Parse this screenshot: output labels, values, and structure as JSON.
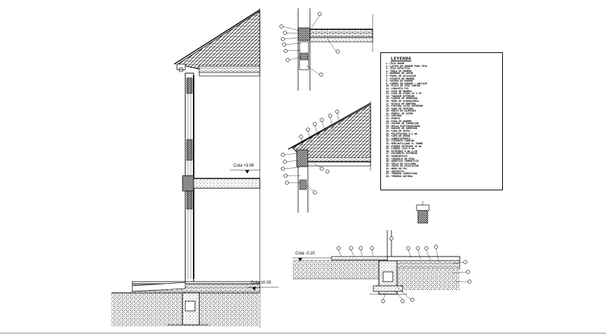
{
  "legend": {
    "title": "LEYENDA",
    "items": [
      "1.-TEJA ARABE",
      "2.-LISTON DE AMARRE PARA TEJA",
      "3.-TEJA ASFALTICA",
      "4.-TABLA DE MADERA",
      "5.-BARRERA DE VAPOR",
      "6.-PANEL DE AISLACION",
      "7.-VIGUETA DE MADERA",
      "8.-SOLERA DE AMARRE",
      "9.-CORREA DE AMARRE / ANCLAJE",
      "10.-PLACA DE YESO CARTON",
      "11.-CANALETA PVC",
      "12.-VIGA DE MADERA",
      "13.-VIGA DE ATADO 25 X 45",
      "14.-TABIQUE INTERIOR",
      "15.-CADENA DE HORMIGON",
      "16.-MURO DE ALBANILERIA",
      "17.-ESTUCO DE MORTERO",
      "18.-PINTURA LATEX INTERIOR",
      "19.-VANO DE VENTANA",
      "20.-MARCO DE ALUMINIO",
      "21.-PERFIL DE ACERO",
      "22.-VENTANA",
      "23.-PUERTA",
      "24.-VIGA DE AMARRE",
      "25.-SOLERA DE FUNDACION",
      "26.-MALLA ELECTROSOLDADA",
      "27.-RADIER DE HORMIGON",
      "28.-CAMA DE RIPIO",
      "29.-POLIETILENO 0,2 mm",
      "30.-CAPA DE ARENA",
      "31.-SOBRECIMIENTO",
      "32.-CIMIENTO CORRIDO",
      "33.-EMPLANTILLADO H. POBRE",
      "34.-FIERRO ESTRIADO 10 mm",
      "35.-FIERRO LISO 6 mm",
      "36.-ESTRIBOS 6 mm C/20",
      "37.-PAVIMENTO EXTERIOR",
      "38.-GUARDAPOLVO",
      "39.-CERAMICO DE PISO",
      "40.-ADHESIVO CEMENTICIO",
      "41.-SELLO DE SILICONA",
      "42.-JUNTA DE DILATACION",
      "43.-DREN DE PVC",
      "44.-GEOTEXTIL",
      "45.-TERRENO COMPACTADO",
      "46.-TERRENO NATURAL"
    ]
  },
  "level_labels": {
    "upper": "Cota +3.08",
    "ground": "Cota ±0.00",
    "foundation": "Cota -0.20"
  },
  "colors": {
    "ink": "#000000",
    "paper": "#ffffff"
  }
}
